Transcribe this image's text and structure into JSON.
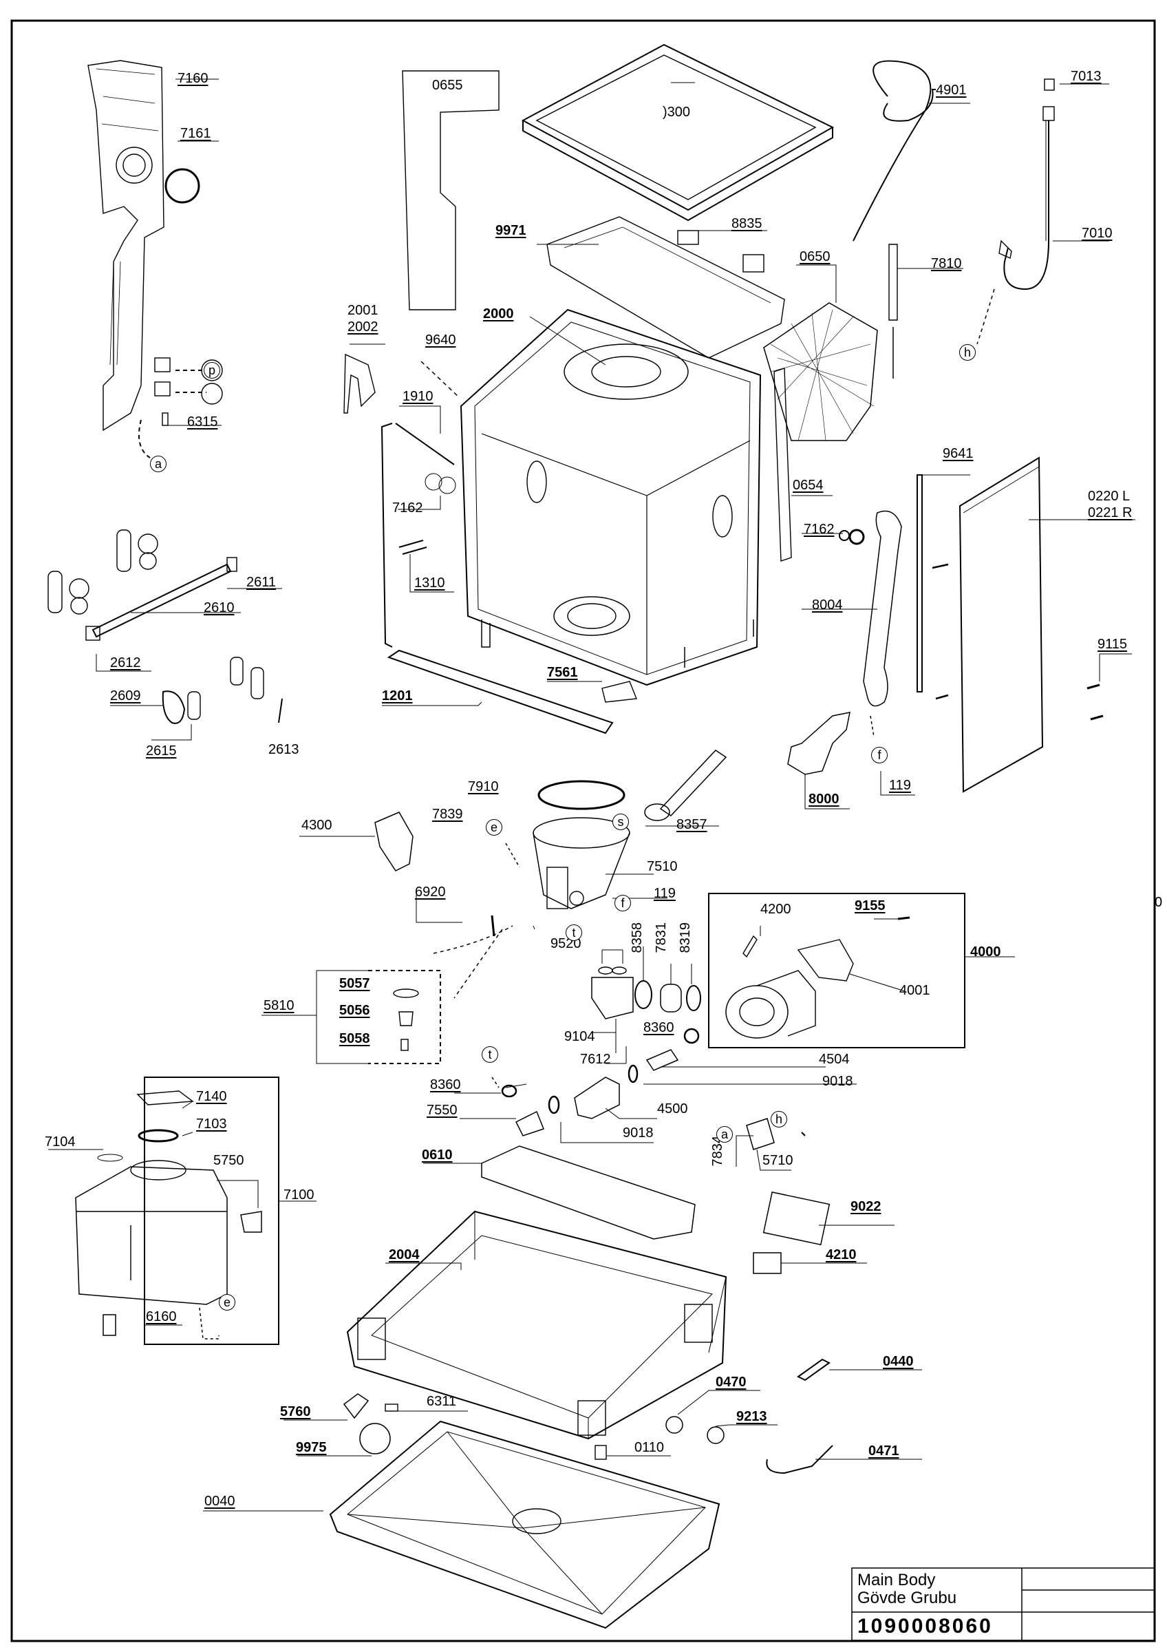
{
  "labels": {
    "l7160": "7160",
    "l7161": "7161",
    "l6315": "6315",
    "l0655": "0655",
    "l0300": ")300",
    "l4901": "4901",
    "l7013": "7013",
    "l7010": "7010",
    "l9971": "9971",
    "l8835": "8835",
    "l0650": "0650",
    "l7810": "7810",
    "l2001": "2001",
    "l2002": "2002",
    "l9640": "9640",
    "l2000": "2000",
    "l1910": "1910",
    "l7162a": "7162",
    "l1310": "1310",
    "l0654": "0654",
    "l7162b": "7162",
    "l9641": "9641",
    "l0220": "0220 L",
    "l0221": "0221 R",
    "l9115": "9115",
    "l8004": "8004",
    "l2611": "2611",
    "l2610": "2610",
    "l2612": "2612",
    "l2609": "2609",
    "l2615": "2615",
    "l2613": "2613",
    "l1201": "1201",
    "l7561": "7561",
    "l119a": "119",
    "l8000": "8000",
    "l7910": "7910",
    "l4300": "4300",
    "l7839": "7839",
    "l8357": "8357",
    "l7510": "7510",
    "l119b": "119",
    "l6920": "6920",
    "l9520": "9520",
    "l8358": "8358",
    "l7831": "7831",
    "l8319": "8319",
    "l4200": "4200",
    "l9155": "9155",
    "l4000": "4000",
    "l4001": "4001",
    "l5810": "5810",
    "l5057": "5057",
    "l5056": "5056",
    "l5058": "5058",
    "l9104": "9104",
    "l8360a": "8360",
    "l7612": "7612",
    "l4504": "4504",
    "l9018a": "9018",
    "l8360b": "8360",
    "l4500": "4500",
    "l7550": "7550",
    "l9018b": "9018",
    "l7140": "7140",
    "l7103": "7103",
    "l7104": "7104",
    "l5750": "5750",
    "l7100": "7100",
    "l6160": "6160",
    "l0610": "0610",
    "l7834": "7834",
    "l5710": "5710",
    "l9022": "9022",
    "l2004": "2004",
    "l4210": "4210",
    "l0440": "0440",
    "l0470": "0470",
    "l9213": "9213",
    "l5760": "5760",
    "l6311": "6311",
    "l9975": "9975",
    "l0110": "0110",
    "l0471": "0471",
    "l0040": "0040",
    "stray": "0"
  },
  "markers": {
    "p": "p",
    "a1": "a",
    "h1": "h",
    "f1": "f",
    "e1": "e",
    "s": "s",
    "f2": "f",
    "t1": "t",
    "t2": "t",
    "a2": "a",
    "h2": "h",
    "e2": "e"
  },
  "title_block": {
    "line1": "Main Body",
    "line2": "Gövde Grubu",
    "number": "1090008060"
  }
}
